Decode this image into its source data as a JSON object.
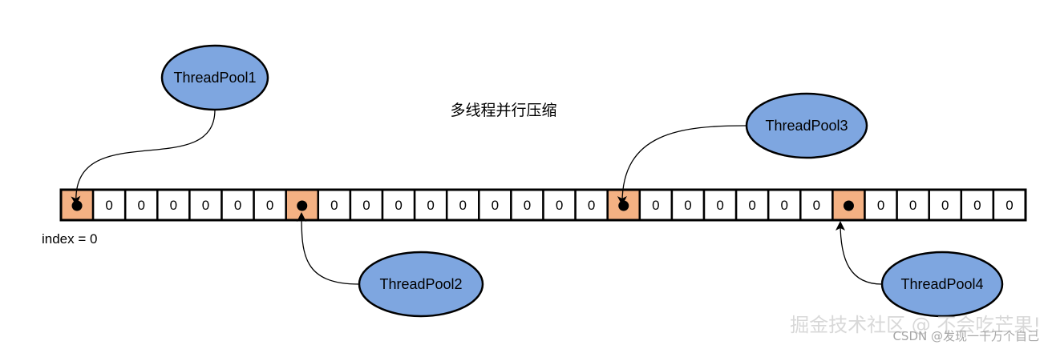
{
  "title": "多线程并行压缩",
  "index_label": "index = 0",
  "cell_zero": "0",
  "cells": [
    {
      "marked": true
    },
    {
      "marked": false
    },
    {
      "marked": false
    },
    {
      "marked": false
    },
    {
      "marked": false
    },
    {
      "marked": false
    },
    {
      "marked": false
    },
    {
      "marked": true
    },
    {
      "marked": false
    },
    {
      "marked": false
    },
    {
      "marked": false
    },
    {
      "marked": false
    },
    {
      "marked": false
    },
    {
      "marked": false
    },
    {
      "marked": false
    },
    {
      "marked": false
    },
    {
      "marked": false
    },
    {
      "marked": true
    },
    {
      "marked": false
    },
    {
      "marked": false
    },
    {
      "marked": false
    },
    {
      "marked": false
    },
    {
      "marked": false
    },
    {
      "marked": false
    },
    {
      "marked": true
    },
    {
      "marked": false
    },
    {
      "marked": false
    },
    {
      "marked": false
    },
    {
      "marked": false
    },
    {
      "marked": false
    }
  ],
  "pools": [
    {
      "label": "ThreadPool1",
      "target_cell": 0
    },
    {
      "label": "ThreadPool2",
      "target_cell": 7
    },
    {
      "label": "ThreadPool3",
      "target_cell": 17
    },
    {
      "label": "ThreadPool4",
      "target_cell": 24
    }
  ],
  "colors": {
    "marked_fill": "#f4b183",
    "pool_fill": "#7ea6e0",
    "stroke": "#000000"
  },
  "watermark": {
    "main": "掘金技术社区 @ 不会吃芒果!",
    "sub": "CSDN @发现一千万个自己"
  }
}
